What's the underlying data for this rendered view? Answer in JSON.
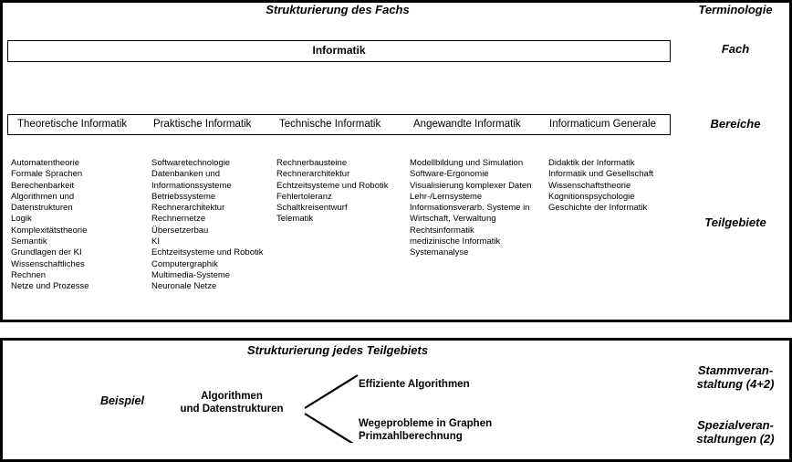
{
  "top_panel": {
    "title": "Strukturierung des Fachs",
    "fach_box_label": "Informatik",
    "bereiche": [
      {
        "label": "Theoretische Informatik"
      },
      {
        "label": "Praktische Informatik"
      },
      {
        "label": "Technische Informatik"
      },
      {
        "label": "Angewandte Informatik"
      },
      {
        "label": "Informaticum Generale"
      }
    ],
    "teilgebiete_columns": [
      {
        "items": [
          "Automatentheorie",
          "Formale Sprachen",
          "Berechenbarkeit",
          "Algorithmen und",
          "Datenstrukturen",
          "Logik",
          "Komplexitätstheorie",
          "Semantik",
          "Grundlagen der KI",
          "Wissenschaftliches",
          "Rechnen",
          "Netze und Prozesse"
        ]
      },
      {
        "items": [
          "Softwaretechnologie",
          "Datenbanken und",
          "Informationssysteme",
          "Betriebssysteme",
          "Rechnerarchitektur",
          "Rechnernetze",
          "Übersetzerbau",
          "KI",
          "Echtzeitsysteme und Robotik",
          "Computergraphik",
          "Multimedia-Systeme",
          "Neuronale Netze"
        ]
      },
      {
        "items": [
          "Rechnerbausteine",
          "Rechnerarchitektur",
          "Echtzeitsysteme und Robotik",
          "Fehlertoleranz",
          "Schaltkreisentwurf",
          "Telematik"
        ]
      },
      {
        "items": [
          "Modellbildung und Simulation",
          "Software-Ergonomie",
          "Visualisierung komplexer Daten",
          "Lehr-/Lernsysteme",
          "Informationsverarb. Systeme in",
          "Wirtschaft, Verwaltung",
          "Rechtsinformatik",
          "medizinische Informatik",
          "Systemanalyse"
        ]
      },
      {
        "items": [
          "Didaktik der Informatik",
          "Informatik und Gesellschaft",
          "Wissenschaftstheorie",
          "Kognitionspsychologie",
          "Geschichte der Informatik"
        ]
      }
    ]
  },
  "bottom_panel": {
    "title": "Strukturierung jedes Teilgebiets",
    "example_label": "Beispiel",
    "root_label": "Algorithmen\nund Datenstrukturen",
    "leaf_1": "Effiziente Algorithmen",
    "leaf_2": "Wegeprobleme in Graphen\nPrimzahlberechnung"
  },
  "terminology": {
    "terminologie": "Terminologie",
    "fach": "Fach",
    "bereiche": "Bereiche",
    "teilgebiete": "Teilgebiete",
    "stammveranstaltung": "Stammveran-\nstaltung (4+2)",
    "spezialveranstaltungen": "Spezialveran-\nstaltungen (2)"
  },
  "colors": {
    "ink": "#000000",
    "paper": "#ffffff"
  }
}
